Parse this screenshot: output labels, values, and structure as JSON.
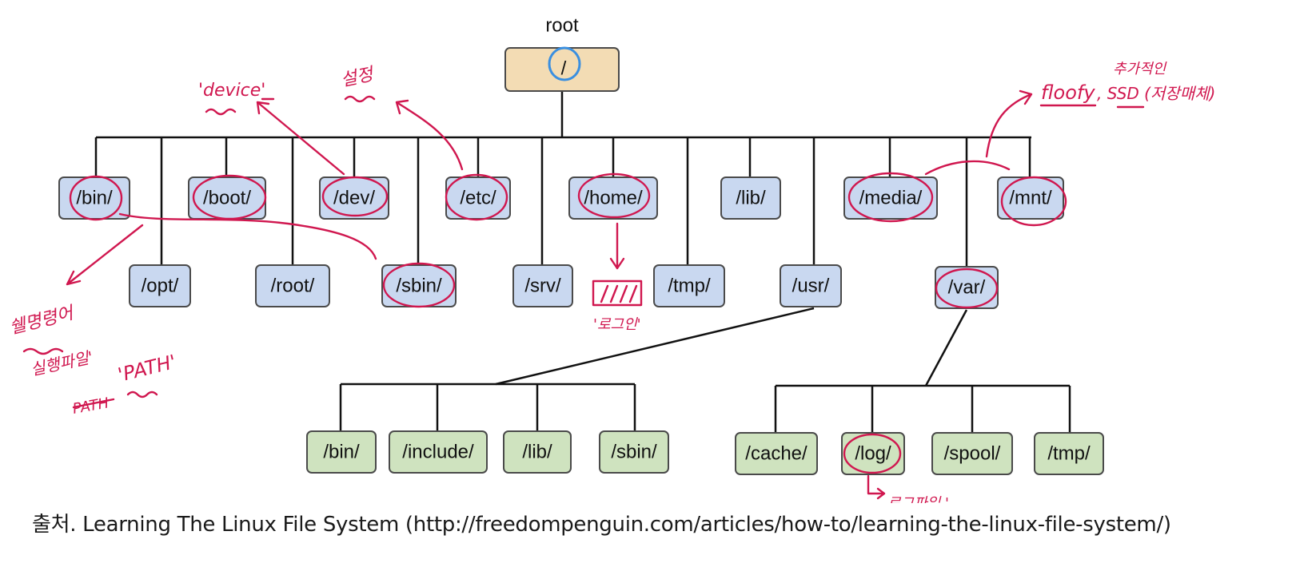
{
  "root": {
    "caption": "root",
    "label": "/"
  },
  "level1_top": [
    "/bin/",
    "/boot/",
    "/dev/",
    "/etc/",
    "/home/",
    "/lib/",
    "/media/",
    "/mnt/"
  ],
  "level1_bottom": [
    "/opt/",
    "/root/",
    "/sbin/",
    "/srv/",
    "/tmp/",
    "/usr/",
    "/var/"
  ],
  "usr_children": [
    "/bin/",
    "/include/",
    "/lib/",
    "/sbin/"
  ],
  "var_children": [
    "/cache/",
    "/log/",
    "/spool/",
    "/tmp/"
  ],
  "annotations": {
    "device": "'device'",
    "settings": "설정",
    "extra": "추가적인",
    "floofy": "floofy",
    "ssd": ", SSD (저장매체)",
    "shell_cmd": "쉘명령어",
    "exec_file": "실행파일'",
    "path_struck": "PATH",
    "path": "'PATH'",
    "login": "'로그인'",
    "logfile": "로그파일 '"
  },
  "caption": "출처. Learning The Linux File System (http://freedompenguin.com/articles/how-to/learning-the-linux-file-system/)",
  "colors": {
    "blue_node": "#c9d8f0",
    "green_node": "#cfe3bf",
    "root_node": "#f3dcb4",
    "annotation_ink": "#d0174f",
    "root_circle": "#3a8fe0"
  }
}
